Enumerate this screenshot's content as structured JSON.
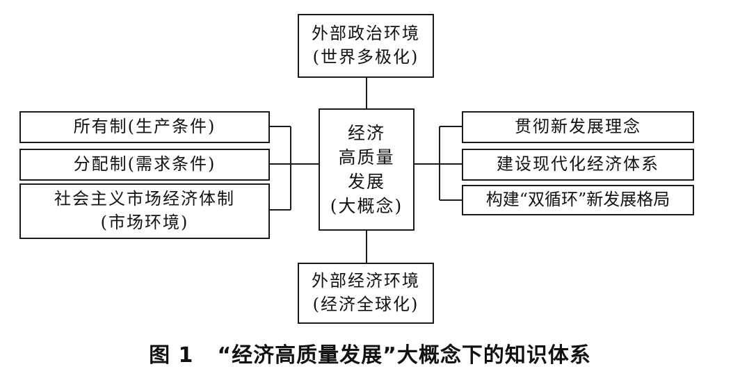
{
  "diagram": {
    "center": {
      "lines": [
        "经济",
        "高质量",
        "发展",
        "(大概念)"
      ]
    },
    "top": {
      "lines": [
        "外部政治环境",
        "(世界多极化)"
      ]
    },
    "bottom": {
      "lines": [
        "外部经济环境",
        "(经济全球化)"
      ]
    },
    "left": [
      {
        "lines": [
          "所有制(生产条件)"
        ]
      },
      {
        "lines": [
          "分配制(需求条件)"
        ]
      },
      {
        "lines": [
          "社会主义市场经济体制",
          "(市场环境)"
        ]
      }
    ],
    "right": [
      {
        "lines": [
          "贯彻新发展理念"
        ]
      },
      {
        "lines": [
          "建设现代化经济体系"
        ]
      },
      {
        "lines": [
          "构建“双循环”新发展格局"
        ]
      }
    ]
  },
  "caption": {
    "number": "图 1",
    "text": "“经济高质量发展”大概念下的知识体系"
  }
}
